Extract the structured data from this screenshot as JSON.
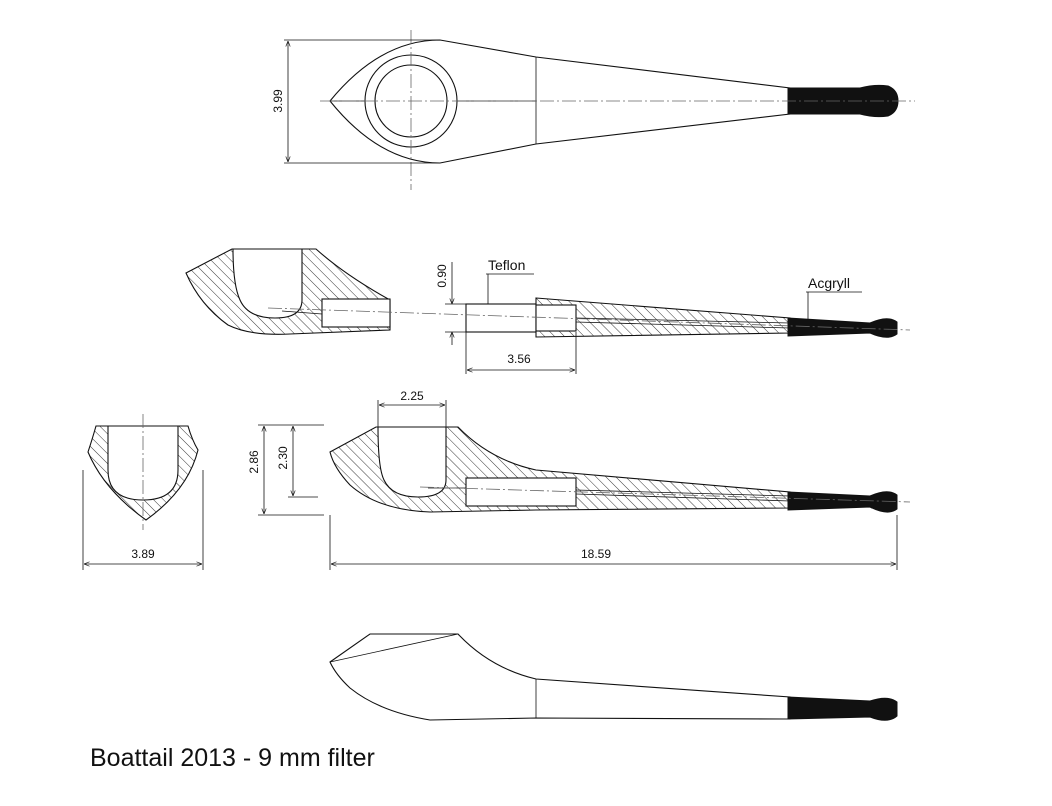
{
  "title": "Boattail 2013 - 9 mm filter",
  "labels": {
    "teflon": "Teflon",
    "acrylic": "Acgryll"
  },
  "dimensions": {
    "top_width": "3.99",
    "teflon_height": "0.90",
    "teflon_length": "3.56",
    "bowl_inner_diameter": "2.25",
    "pipe_height": "2.86",
    "bowl_depth": "2.30",
    "bowl_width": "3.89",
    "total_length": "18.59"
  },
  "colors": {
    "line": "#111111",
    "stem": "#111111",
    "background": "#ffffff"
  }
}
